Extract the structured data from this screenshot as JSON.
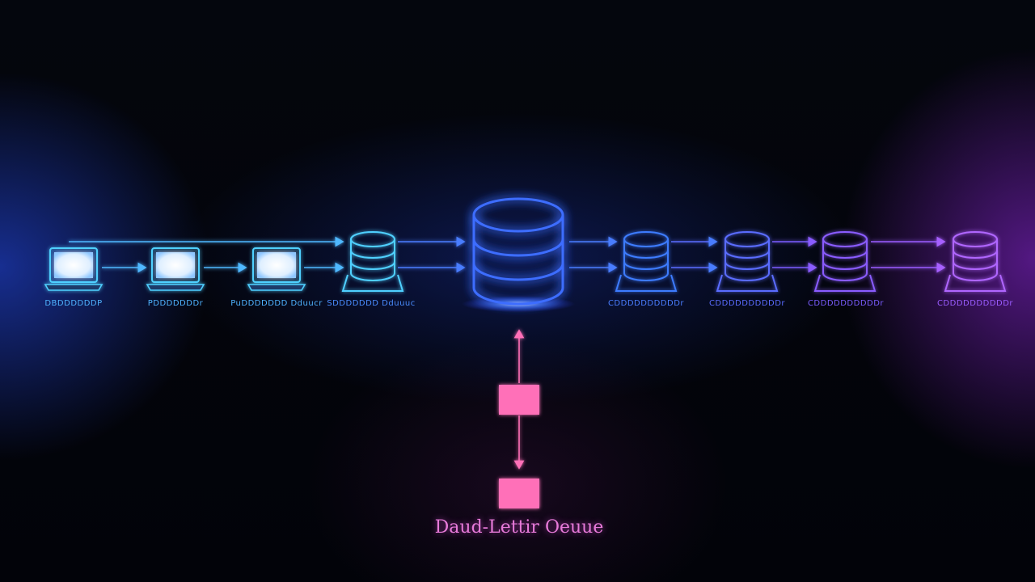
{
  "diagram": {
    "dlq_label": "Daud-Lettir Oeuue",
    "node_labels": {
      "producer_1": "DBDDDDDDP",
      "producer_2": "PDDDDDDDr",
      "producer_3": "PuDDDDDDD Dduucr",
      "service_queue": "SDDDDDDD Dduuuc",
      "consumer_1": "CDDDDDDDDDDr",
      "consumer_2": "CDDDDDDDDDDr",
      "consumer_3": "CDDDDDDDDDDr",
      "consumer_4": "CDDDDDDDDDDr"
    },
    "colors": {
      "cyan": "#4fd0ff",
      "blue": "#3d7bff",
      "indigo": "#5a6cff",
      "violet": "#8a5cff",
      "purple": "#b066ff",
      "pink": "#ff6fb8"
    },
    "icons": {
      "producer": "laptop-icon",
      "queue": "database-icon",
      "broker": "database-icon",
      "dead_letter": "message-box-icon"
    }
  }
}
